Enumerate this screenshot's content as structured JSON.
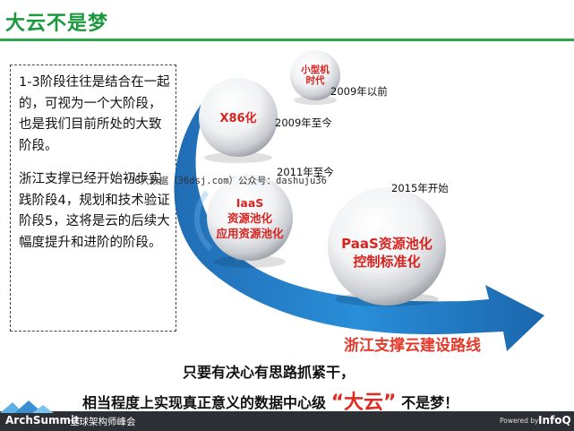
{
  "title": "大云不是梦",
  "left_text": {
    "para1": "1-3阶段往往是结合在一起的，可视为一个大阶段，也是我们目前所处的大致阶段。",
    "para2": "浙江支撑已经开始初步实践阶段4，规划和技术验证阶段5，这将是云的后续大幅度提升和进阶的阶段。"
  },
  "stages": [
    {
      "name_line1": "小型机",
      "name_line2": "时代",
      "period": "2009年以前"
    },
    {
      "name_line1": "X86化",
      "name_line2": "",
      "period": "2009年至今"
    },
    {
      "name_line1": "IaaS",
      "name_line2": "资源池化",
      "name_line3": "应用资源池化",
      "period": "2011年至今"
    },
    {
      "name_line1": "PaaS资源池化",
      "name_line2": "控制标准化",
      "period": "2015年开始"
    }
  ],
  "watermark": "36大数据（36dsj.com）公众号：dashuju36",
  "road_title": "浙江支撑云建设路线",
  "slogan": {
    "line1": "只要有决心有思路抓紧干，",
    "line2_prefix": "相当程度上实现真正意义的数据中心级",
    "line2_highlight": "“大云”",
    "line2_suffix": "不是梦！"
  },
  "footer": {
    "brand": "ArchSummit",
    "brand_sub": "全球架构师峰会",
    "powered_by": "Powered by",
    "sponsor": "InfoQ"
  },
  "colors": {
    "title_green": "#1a9a3c",
    "road_blue": "#1e88d6",
    "accent_red": "#e02a22"
  }
}
